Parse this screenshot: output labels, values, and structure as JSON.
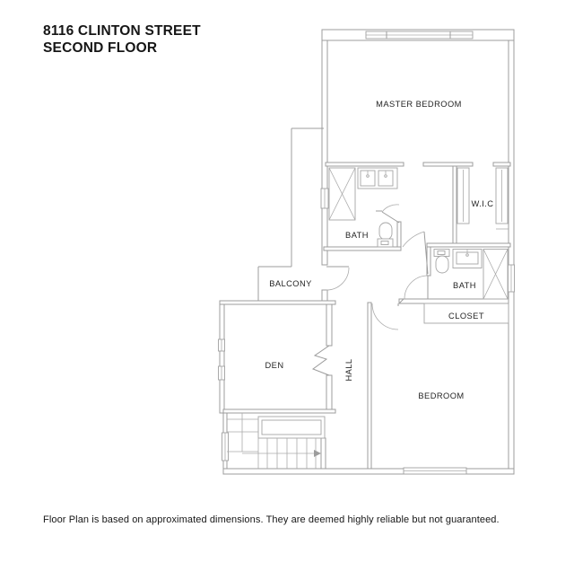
{
  "title": {
    "line1": "8116 CLINTON STREET",
    "line2": "SECOND FLOOR"
  },
  "rooms": {
    "master_bedroom": "MASTER BEDROOM",
    "master_bath": "BATH",
    "wic": "W.I.C",
    "bath2": "BATH",
    "closet": "CLOSET",
    "balcony": "BALCONY",
    "den": "DEN",
    "hall": "HALL",
    "bedroom": "BEDROOM"
  },
  "footer": {
    "disclaimer": "Floor Plan is based on approximated dimensions. They are deemed highly reliable but not guaranteed."
  },
  "colors": {
    "wall_line": "#9c9c9c",
    "label_text": "#242424",
    "title_text": "#161616",
    "background": "#ffffff"
  }
}
